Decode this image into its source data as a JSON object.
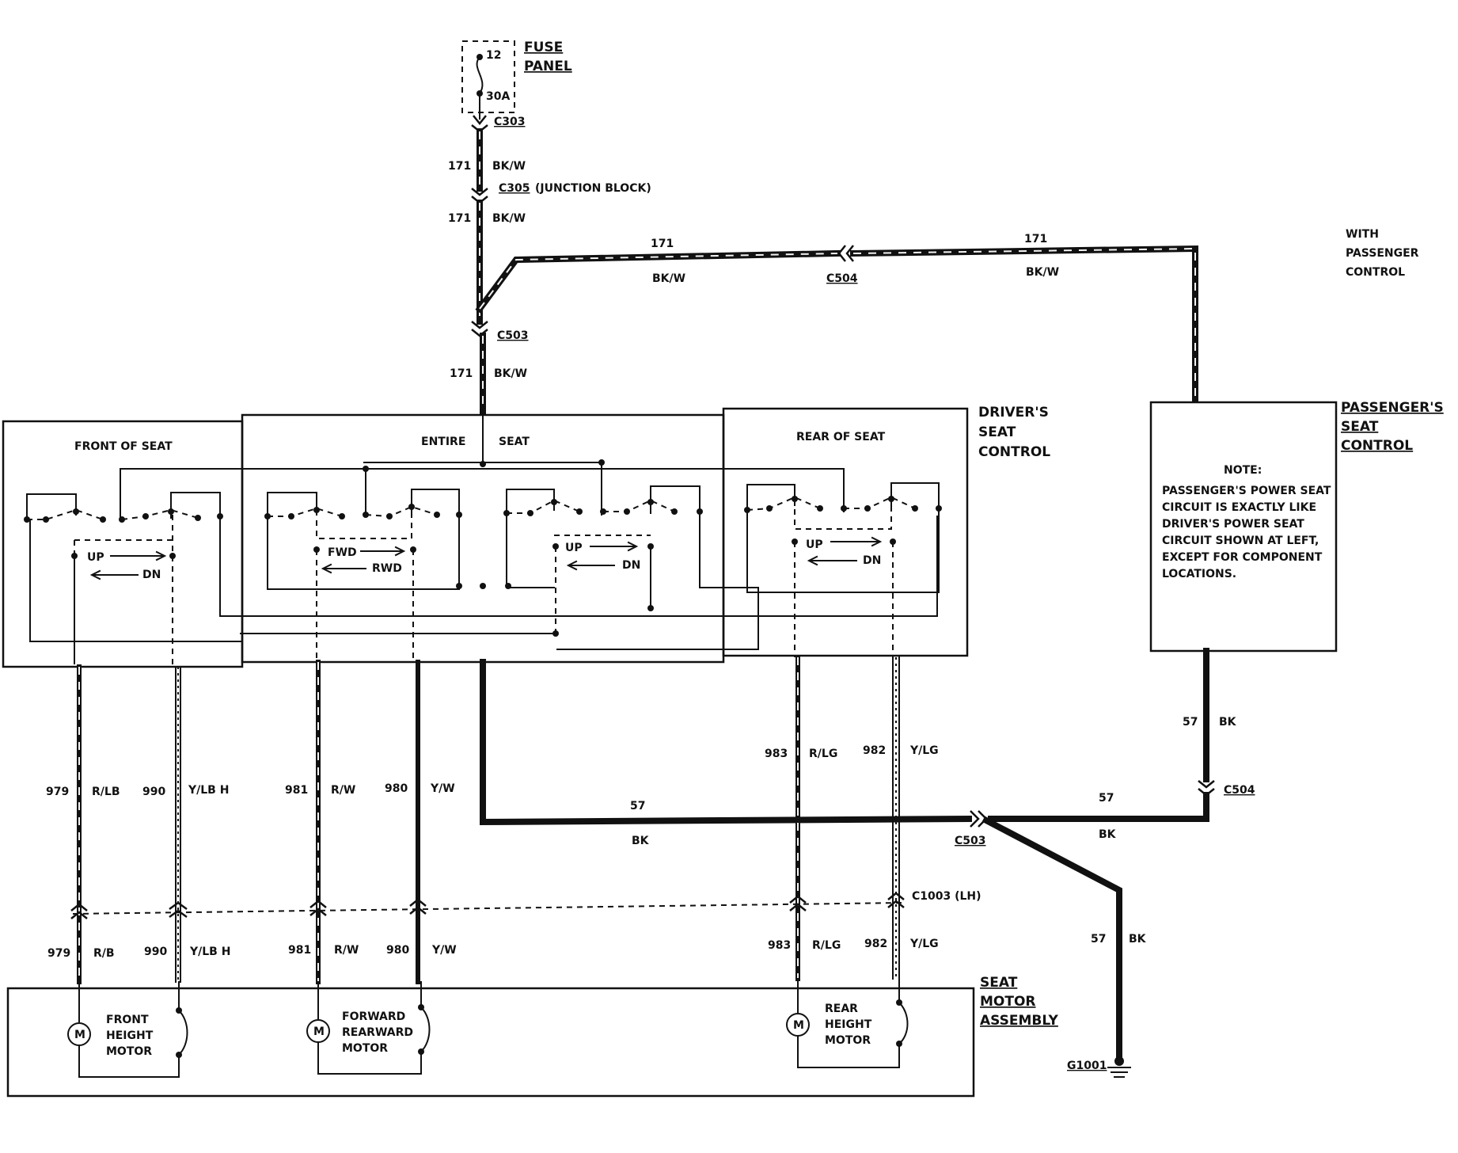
{
  "fuse": {
    "title_line1": "FUSE",
    "title_line2": "PANEL",
    "number": "12",
    "rating": "30A"
  },
  "connectors": {
    "c303": "C303",
    "c305": "C305",
    "c305_note": "(JUNCTION BLOCK)",
    "c503_top": "C503",
    "c504_top": "C504",
    "c504_right": "C504",
    "c503_bottom": "C503",
    "c1003": "C1003 (LH)",
    "g1001": "G1001"
  },
  "wires": {
    "w171_a": {
      "num": "171",
      "color": "BK/W"
    },
    "w171_b": {
      "num": "171",
      "color": "BK/W"
    },
    "w171_c": {
      "num": "171",
      "color": "BK/W"
    },
    "w171_d": {
      "num": "171",
      "color": "BK/W"
    },
    "w171_e": {
      "num": "171",
      "color": "BK/W"
    },
    "w57_right": {
      "num": "57",
      "color": "BK"
    },
    "w57_mid": {
      "num": "57",
      "color": "BK"
    },
    "w57_c504": {
      "num": "57",
      "color": "BK"
    },
    "w57_ground": {
      "num": "57",
      "color": "BK"
    },
    "upper": [
      {
        "num": "979",
        "color": "R/LB"
      },
      {
        "num": "990",
        "color": "Y/LB H"
      },
      {
        "num": "981",
        "color": "R/W"
      },
      {
        "num": "980",
        "color": "Y/W"
      },
      {
        "num": "983",
        "color": "R/LG"
      },
      {
        "num": "982",
        "color": "Y/LG"
      }
    ],
    "lower": [
      {
        "num": "979",
        "color": "R/B"
      },
      {
        "num": "990",
        "color": "Y/LB H"
      },
      {
        "num": "981",
        "color": "R/W"
      },
      {
        "num": "980",
        "color": "Y/W"
      },
      {
        "num": "983",
        "color": "R/LG"
      },
      {
        "num": "982",
        "color": "Y/LG"
      }
    ]
  },
  "labels": {
    "with_passenger_line1": "WITH",
    "with_passenger_line2": "PASSENGER",
    "with_passenger_line3": "CONTROL",
    "drivers_line1": "DRIVER'S",
    "drivers_line2": "SEAT",
    "drivers_line3": "CONTROL",
    "passengers_line1": "PASSENGER'S",
    "passengers_line2": "SEAT",
    "passengers_line3": "CONTROL",
    "front_of_seat": "FRONT OF SEAT",
    "entire": "ENTIRE",
    "seat": "SEAT",
    "rear_of_seat": "REAR OF SEAT",
    "up1": "UP",
    "dn1": "DN",
    "fwd": "FWD",
    "rwd": "RWD",
    "up2": "UP",
    "dn2": "DN",
    "up3": "UP",
    "dn3": "DN",
    "seat_motor_line1": "SEAT",
    "seat_motor_line2": "MOTOR",
    "seat_motor_line3": "ASSEMBLY",
    "front_motor_line1": "FRONT",
    "front_motor_line2": "HEIGHT",
    "front_motor_line3": "MOTOR",
    "fwd_motor_line1": "FORWARD",
    "fwd_motor_line2": "REARWARD",
    "fwd_motor_line3": "MOTOR",
    "rear_motor_line1": "REAR",
    "rear_motor_line2": "HEIGHT",
    "rear_motor_line3": "MOTOR",
    "motor_symbol": "M"
  },
  "note": {
    "title": "NOTE:",
    "lines": [
      "PASSENGER'S POWER SEAT",
      "CIRCUIT IS EXACTLY LIKE",
      "DRIVER'S POWER SEAT",
      "CIRCUIT SHOWN AT LEFT,",
      "EXCEPT FOR COMPONENT",
      "LOCATIONS."
    ]
  }
}
